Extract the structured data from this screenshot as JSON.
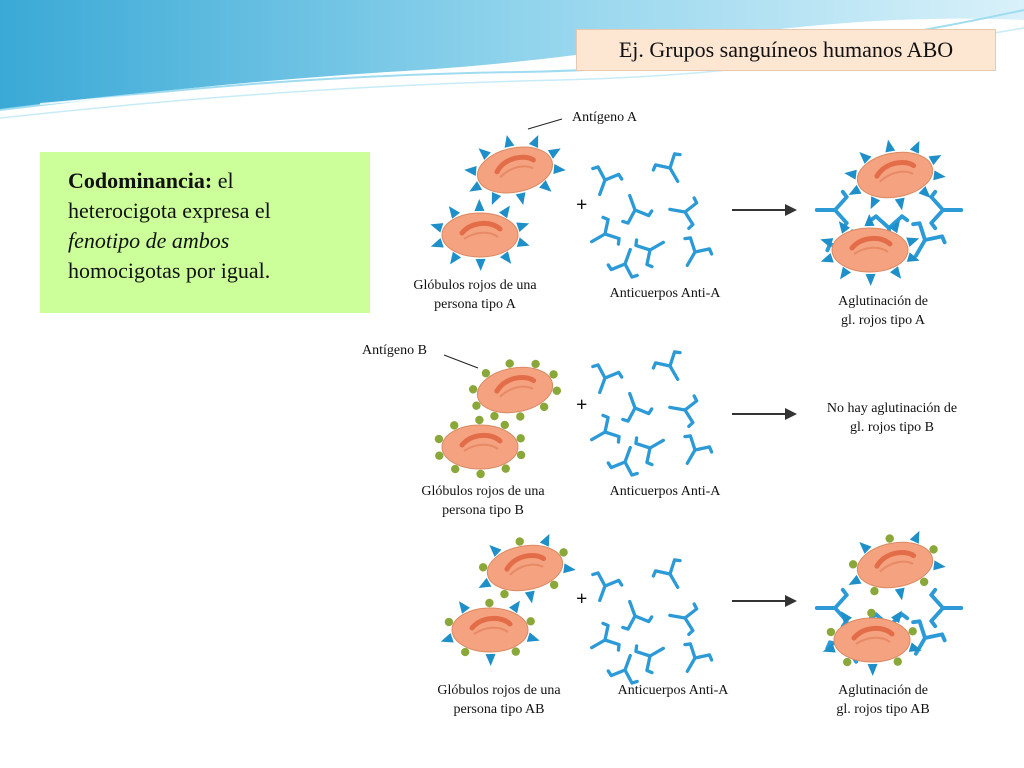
{
  "slide": {
    "title": "Ej. Grupos sanguíneos humanos ABO"
  },
  "concept": {
    "term": "Codominancia:",
    "text_1": " el",
    "text_2": "heterocigota expresa el",
    "text_italic": "fenotipo de ambos",
    "text_3": "homocigotas por igual."
  },
  "diagram": {
    "antigen_a_label": "Antígeno  A",
    "antigen_b_label": "Antígeno  B",
    "plus_sign": "+",
    "rows": [
      {
        "cells_label_1": "Glóbulos rojos de una",
        "cells_label_2": "persona  tipo A",
        "antibodies_label": "Anticuerpos Anti-A",
        "result_label_1": "Aglutinación de",
        "result_label_2": "gl. rojos tipo A"
      },
      {
        "cells_label_1": "Glóbulos rojos de una",
        "cells_label_2": "persona  tipo B",
        "antibodies_label": "Anticuerpos Anti-A",
        "result_label_1": "No  hay aglutinación de",
        "result_label_2": "gl.  rojos tipo B"
      },
      {
        "cells_label_1": "Glóbulos rojos de una",
        "cells_label_2": "persona  tipo AB",
        "antibodies_label": "Anticuerpos Anti-A",
        "result_label_1": "Aglutinación de",
        "result_label_2": "gl. rojos tipo AB"
      }
    ]
  },
  "colors": {
    "cell_fill": "#f4a27f",
    "cell_nucleus": "#e0643f",
    "antigen_a": "#1e8fc8",
    "antigen_b": "#8aa83a",
    "antibody": "#2c9ad6",
    "concept_bg": "#ccff99",
    "title_bg": "#fde6d2"
  }
}
